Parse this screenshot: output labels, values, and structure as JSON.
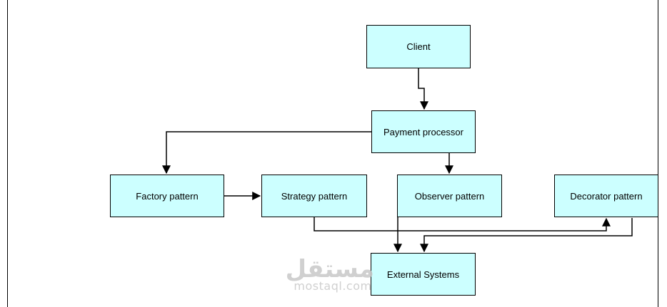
{
  "diagram": {
    "nodes": {
      "client": "Client",
      "payment_processor": "Payment processor",
      "factory": "Factory pattern",
      "strategy": "Strategy pattern",
      "observer": "Observer pattern",
      "decorator": "Decorator pattern",
      "external": "External Systems"
    },
    "colors": {
      "node_fill": "#ccffff",
      "stroke": "#000000"
    }
  },
  "watermark": {
    "script": "مستقل",
    "latin": "mostaql.com"
  }
}
